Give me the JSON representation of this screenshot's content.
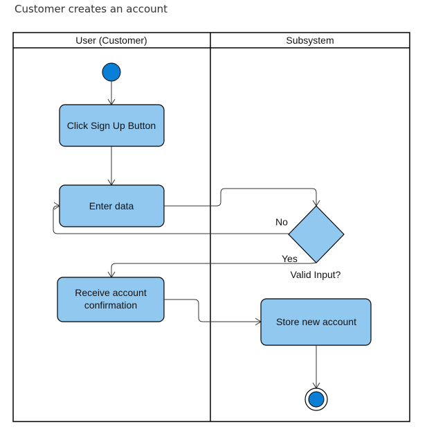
{
  "title": "Customer creates an account",
  "lanes": [
    {
      "label": "User (Customer)"
    },
    {
      "label": "Subsystem"
    }
  ],
  "nodes": {
    "click_signup": "Click Sign Up Button",
    "enter_data": "Enter data",
    "receive_confirmation_line1": "Receive account",
    "receive_confirmation_line2": "confirmation",
    "store_account": "Store new account"
  },
  "decision": {
    "label": "Valid Input?",
    "no_label": "No",
    "yes_label": "Yes"
  },
  "colors": {
    "node_fill": "#90c8f0",
    "start_fill": "#0a7fd6",
    "border": "#000000"
  }
}
